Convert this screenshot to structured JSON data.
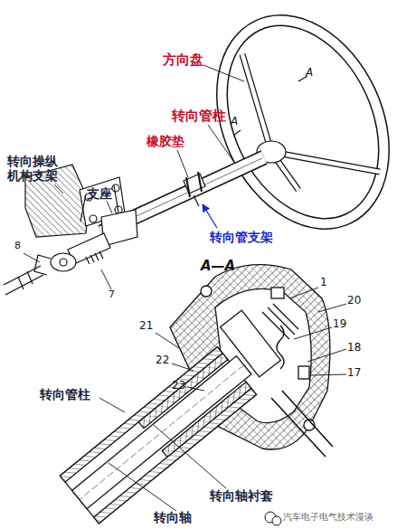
{
  "diagram": {
    "labels": [
      "方向盘",
      "转向管柱",
      "转向操纵机构支架",
      "支座",
      "橡胶垫",
      "转向管支架",
      "A",
      "A",
      "8",
      "7",
      "A—A",
      "1",
      "20",
      "21",
      "19",
      "18",
      "22",
      "17",
      "23",
      "转向管柱",
      "转向轴衬套",
      "转向轴",
      "汽车电子电气技术漫谈"
    ]
  }
}
